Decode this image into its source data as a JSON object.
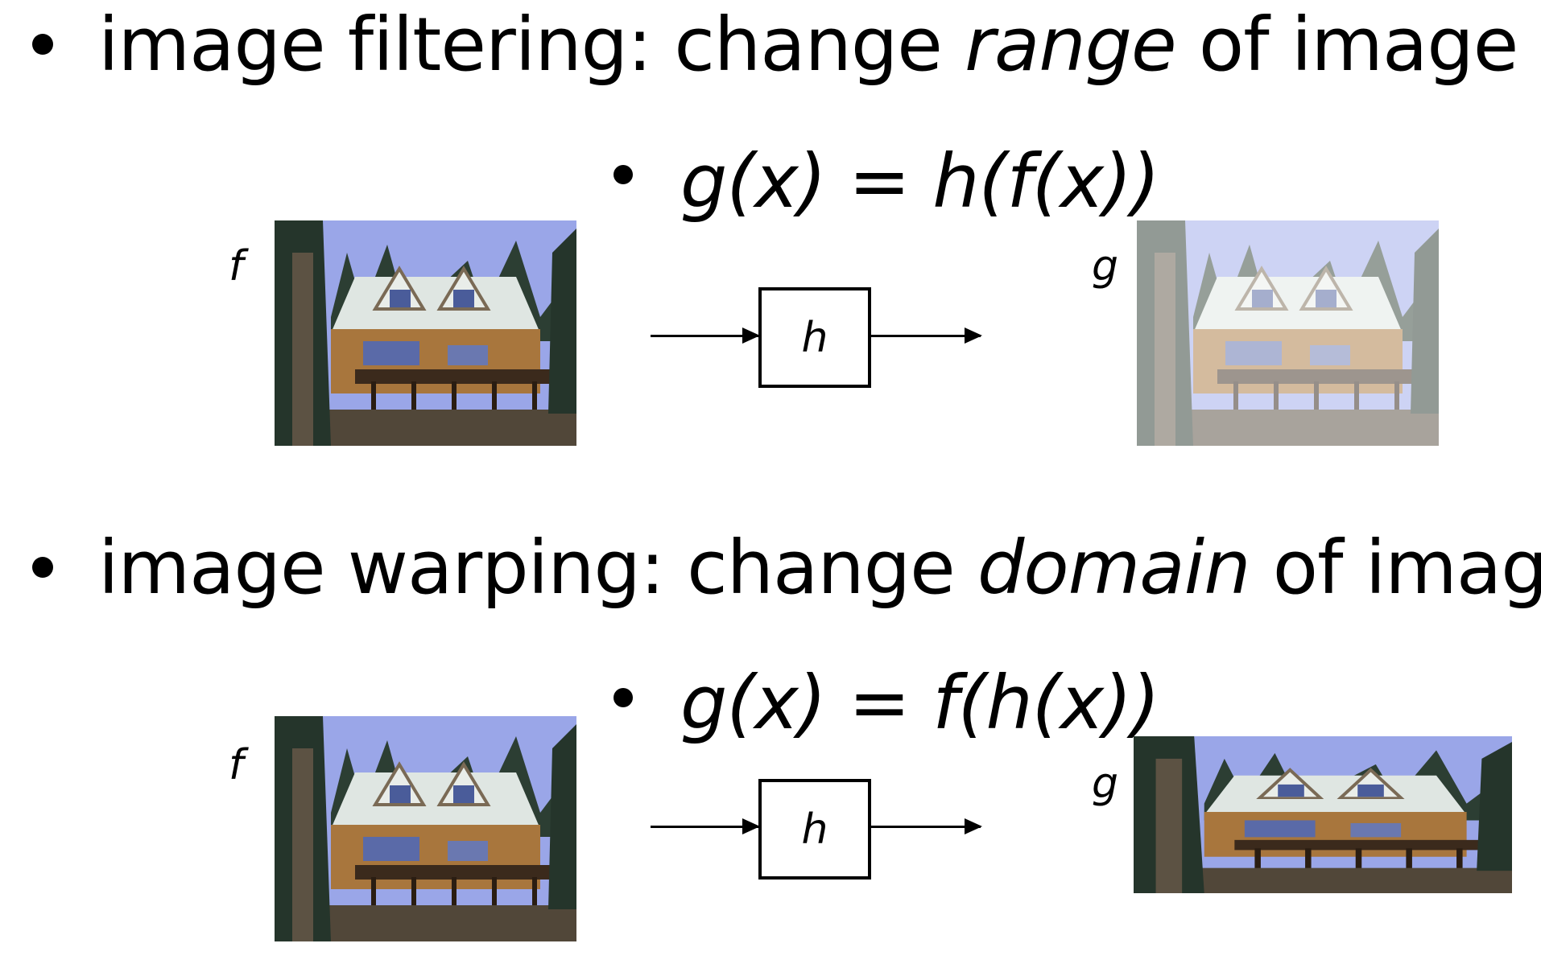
{
  "sections": {
    "filtering": {
      "lead": "image filtering: change ",
      "emphasis": "range",
      "tail": " of image",
      "equation": "g(x) = h(f(x))",
      "input_label": "f",
      "box_label": "h",
      "output_label": "g"
    },
    "warping": {
      "lead": "image warping: change ",
      "emphasis": "domain",
      "tail": " of image",
      "equation": "g(x) = f(h(x))",
      "input_label": "f",
      "box_label": "h",
      "output_label": "g"
    }
  },
  "colors": {
    "text": "#000000",
    "sky": "#9aa6e8",
    "roof": "#dfe6e2",
    "wall": "#a8763d",
    "deck": "#3b2a1c",
    "ground": "#514739",
    "trees": "#25352b",
    "filtered_overlay": "#ffffff"
  }
}
